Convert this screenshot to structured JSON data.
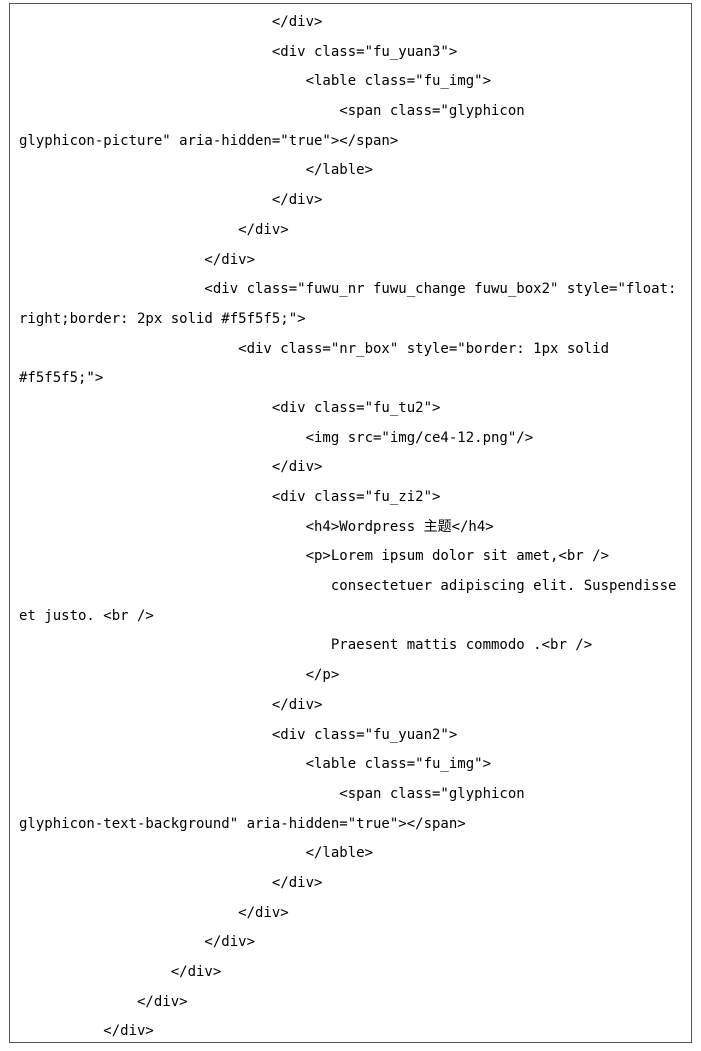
{
  "document": {
    "lines": [
      "                              </div>",
      "                              <div class=\"fu_yuan3\">",
      "                                  <lable class=\"fu_img\">",
      "                                      <span class=\"glyphicon",
      "glyphicon-picture\" aria-hidden=\"true\"></span>",
      "                                  </lable>",
      "                              </div>",
      "                          </div>",
      "                      </div>",
      "                      <div class=\"fuwu_nr fuwu_change fuwu_box2\" style=\"float:",
      "right;border: 2px solid #f5f5f5;\">",
      "                          <div class=\"nr_box\" style=\"border: 1px solid",
      "#f5f5f5;\">",
      "                              <div class=\"fu_tu2\">",
      "                                  <img src=\"img/ce4-12.png\"/>",
      "                              </div>",
      "                              <div class=\"fu_zi2\">",
      "                                  <h4>Wordpress 主题</h4>",
      "                                  <p>Lorem ipsum dolor sit amet,<br />",
      "                                     consectetuer adipiscing elit. Suspendisse",
      "et justo. <br />",
      "                                     Praesent mattis commodo .<br />",
      "                                  </p>",
      "                              </div>",
      "                              <div class=\"fu_yuan2\">",
      "                                  <lable class=\"fu_img\">",
      "                                      <span class=\"glyphicon",
      "glyphicon-text-background\" aria-hidden=\"true\"></span>",
      "                                  </lable>",
      "                              </div>",
      "                          </div>",
      "                      </div>",
      "                  </div>",
      "              </div>",
      "          </div>"
    ]
  }
}
